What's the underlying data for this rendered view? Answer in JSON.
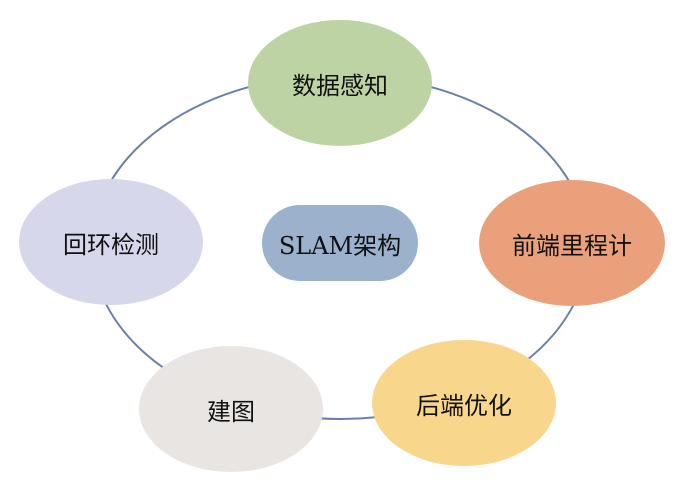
{
  "title": "SLAM架构",
  "nodes": [
    {
      "label": "数据感知",
      "color": "#bdd3a3"
    },
    {
      "label": "前端里程计",
      "color": "#eaa17b"
    },
    {
      "label": "后端优化",
      "color": "#f8d68c"
    },
    {
      "label": "建图",
      "color": "#e9e5e3"
    },
    {
      "label": "回环检测",
      "color": "#d6d7eb"
    }
  ],
  "ring_color": "#6b80a7"
}
